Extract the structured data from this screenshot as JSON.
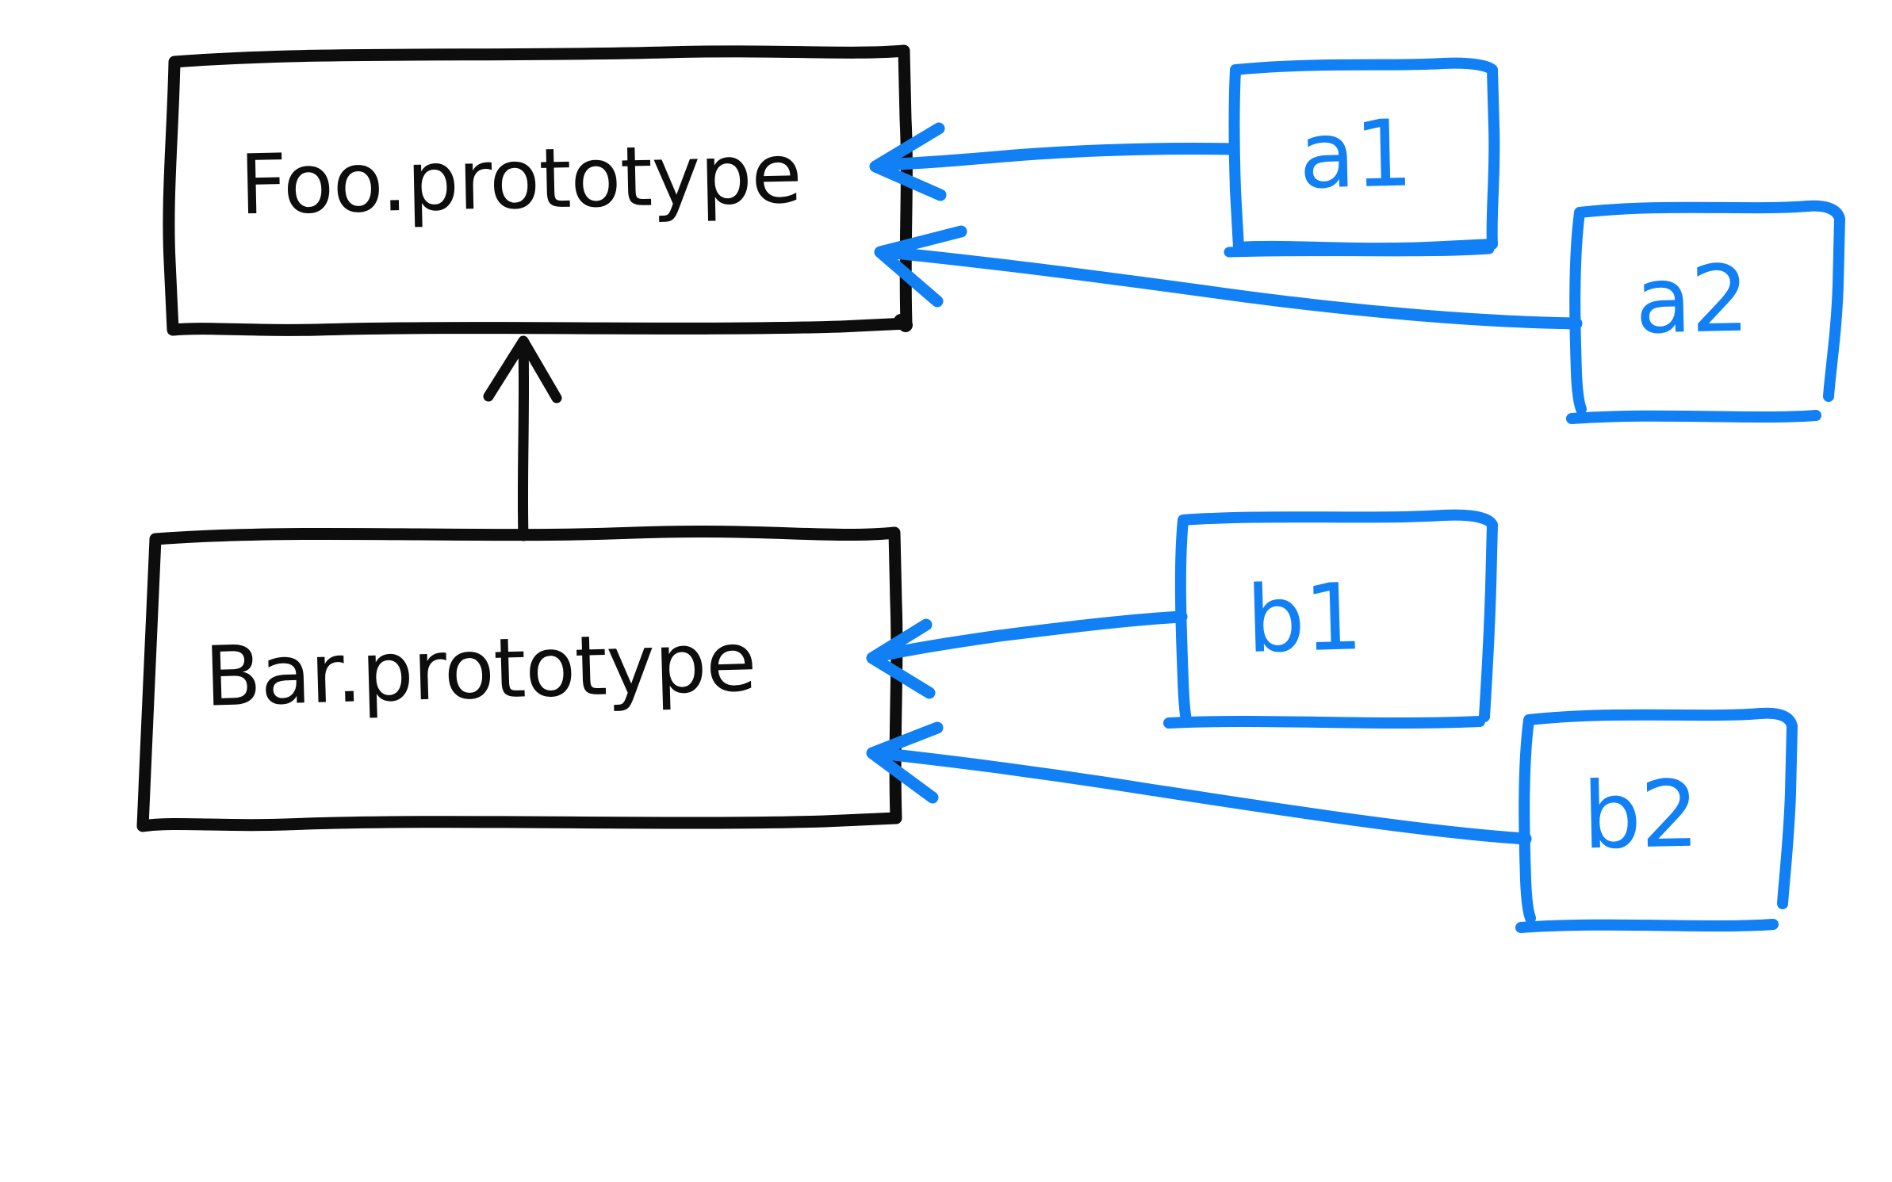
{
  "diagram": {
    "title": "JavaScript prototype chain sketch",
    "background_color": "#ffffff",
    "ink_black": "#0d0d0d",
    "ink_blue": "#1180f5",
    "style": "hand-drawn whiteboard marker sketch"
  },
  "nodes": {
    "foo_prototype": {
      "label": "Foo.prototype",
      "color": "#0d0d0d",
      "shape": "rectangle"
    },
    "bar_prototype": {
      "label": "Bar.prototype",
      "color": "#0d0d0d",
      "shape": "rectangle"
    },
    "a1": {
      "label": "a1",
      "color": "#1180f5",
      "shape": "rectangle"
    },
    "a2": {
      "label": "a2",
      "color": "#1180f5",
      "shape": "rectangle"
    },
    "b1": {
      "label": "b1",
      "color": "#1180f5",
      "shape": "rectangle"
    },
    "b2": {
      "label": "b2",
      "color": "#1180f5",
      "shape": "rectangle"
    }
  },
  "edges": [
    {
      "id": "bar-to-foo",
      "from": "bar_prototype",
      "to": "foo_prototype",
      "color": "#0d0d0d",
      "direction": "up",
      "arrowhead": "at-foo-prototype"
    },
    {
      "id": "a1-to-foo",
      "from": "a1",
      "to": "foo_prototype",
      "color": "#1180f5",
      "direction": "left",
      "arrowhead": "at-foo-prototype"
    },
    {
      "id": "a2-to-foo",
      "from": "a2",
      "to": "foo_prototype",
      "color": "#1180f5",
      "direction": "left",
      "arrowhead": "at-foo-prototype"
    },
    {
      "id": "b1-to-bar",
      "from": "b1",
      "to": "bar_prototype",
      "color": "#1180f5",
      "direction": "left",
      "arrowhead": "at-bar-prototype"
    },
    {
      "id": "b2-to-bar",
      "from": "b2",
      "to": "bar_prototype",
      "color": "#1180f5",
      "direction": "left",
      "arrowhead": "at-bar-prototype"
    }
  ]
}
